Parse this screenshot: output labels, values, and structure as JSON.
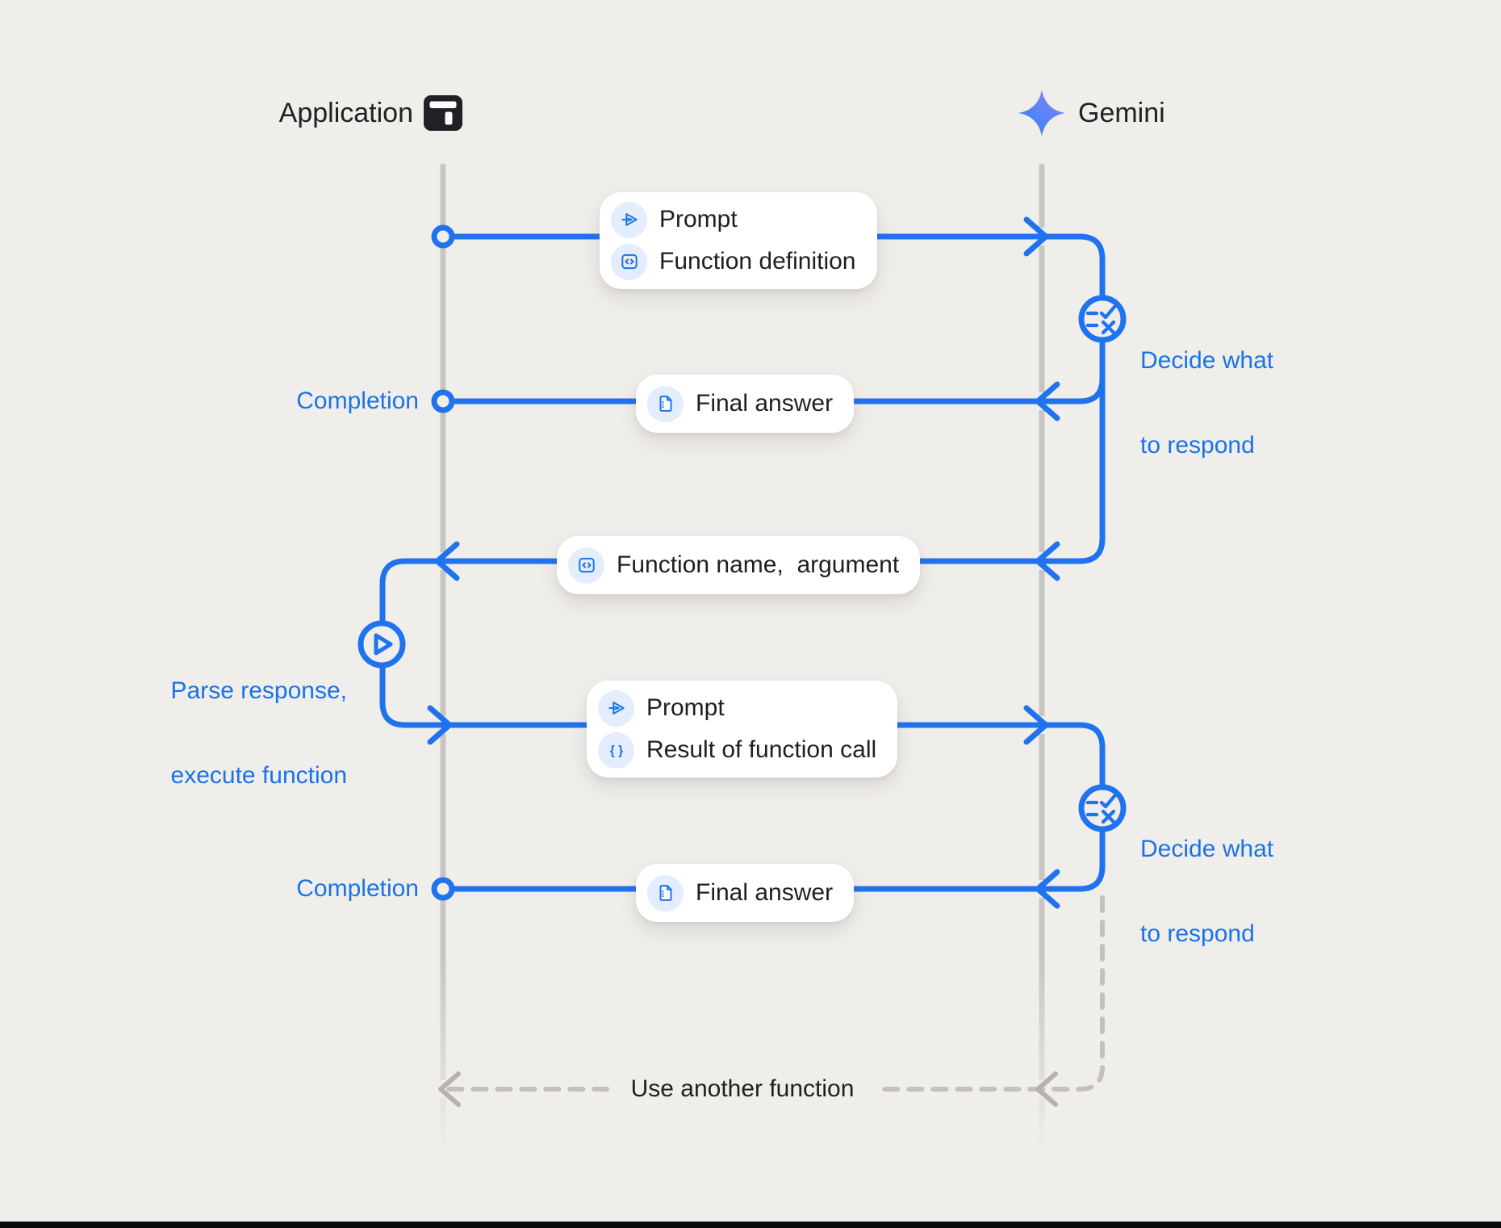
{
  "colors": {
    "background": "#f0eeeb",
    "accent_blue": "#1a73e8",
    "line_blue": "#1f73ee",
    "card_text": "#1f1f1f",
    "lifeline_gray": "#c8c5c2",
    "dash_gray": "#c3c0bd",
    "chip_background": "#e4edfc",
    "bottom_bar": "#0a0a0a",
    "star_gradient_start": "#3e83f4",
    "star_gradient_end": "#a57bea"
  },
  "header": {
    "application": {
      "label": "Application",
      "icon": "app-window-icon"
    },
    "gemini": {
      "label": "Gemini",
      "icon": "gemini-star-icon"
    }
  },
  "messages": {
    "prompt_function_definition": {
      "rows": [
        {
          "icon": "send-icon",
          "label": "Prompt"
        },
        {
          "icon": "code-brackets-icon",
          "label": "Function definition"
        }
      ]
    },
    "final_answer_1": {
      "icon": "document-icon",
      "label": "Final answer"
    },
    "function_name_argument": {
      "icon": "code-brackets-icon",
      "label": "Function name,  argument"
    },
    "prompt_result": {
      "rows": [
        {
          "icon": "send-icon",
          "label": "Prompt"
        },
        {
          "icon": "braces-icon",
          "label": "Result of function call"
        }
      ]
    },
    "final_answer_2": {
      "icon": "document-icon",
      "label": "Final answer"
    }
  },
  "annotations": {
    "completion_1": "Completion",
    "completion_2": "Completion",
    "decide_1": {
      "line1": "Decide what",
      "line2": "to respond"
    },
    "decide_2": {
      "line1": "Decide what",
      "line2": "to respond"
    },
    "parse": {
      "line1": "Parse response,",
      "line2": "execute function"
    },
    "use_another_function": "Use another function"
  },
  "icons": {
    "braces_glyph": "{ }"
  }
}
